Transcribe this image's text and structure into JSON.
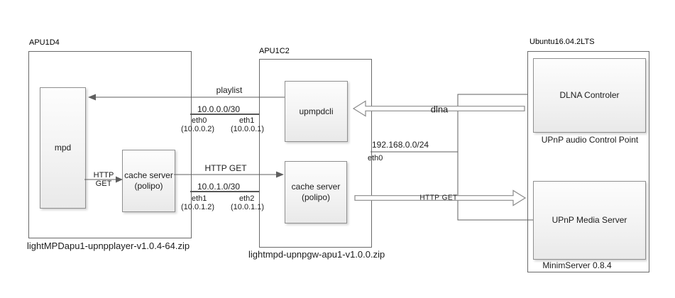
{
  "diagram": {
    "player": {
      "title": "APU1D4",
      "mpd": "mpd",
      "cache_line1": "cache server",
      "cache_line2": "(polipo)",
      "http_label_line1": "HTTP",
      "http_label_line2": "GET",
      "caption": "lightMPDapu1-upnpplayer-v1.0.4-64.zip"
    },
    "gateway": {
      "title": "APU1C2",
      "upmpdcli": "upmpdcli",
      "cache_line1": "cache server",
      "cache_line2": "(polipo)",
      "caption": "lightmpd-upnpgw-apu1-v1.0.0.zip"
    },
    "ubuntu": {
      "title": "Ubuntu16.04.2LTS",
      "dlna_controller": "DLNA Controler",
      "dlna_controller_caption": "UPnP audio Control Point",
      "media_server": "UPnP Media Server",
      "media_server_caption": "MinimServer 0.8.4"
    },
    "links": {
      "playlist_label": "playlist",
      "net1_cidr": "10.0.0.0/30",
      "net1_left_if": "eth0",
      "net1_left_ip": "(10.0.0.2)",
      "net1_right_if": "eth1",
      "net1_right_ip": "(10.0.0.1)",
      "http_get_label": "HTTP GET",
      "net2_cidr": "10.0.1.0/30",
      "net2_left_if": "eth1",
      "net2_left_ip": "(10.0.1.2)",
      "net2_right_if": "eth2",
      "net2_right_ip": "(10.0.1.1)",
      "lan_cidr": "192.168.0.0/24",
      "lan_if": "eth0",
      "dlna_arrow_label": "dlna",
      "http_arrow_label": "HTTP GET"
    },
    "colors": {
      "line": "#5f5f5f",
      "outer_box_border": "#6a6a6a",
      "inner_box_border": "#8f8f8f",
      "text": "#1c1c1c",
      "big_arrow_fill": "#ffffff",
      "big_arrow_border": "#8a8a8a"
    }
  }
}
